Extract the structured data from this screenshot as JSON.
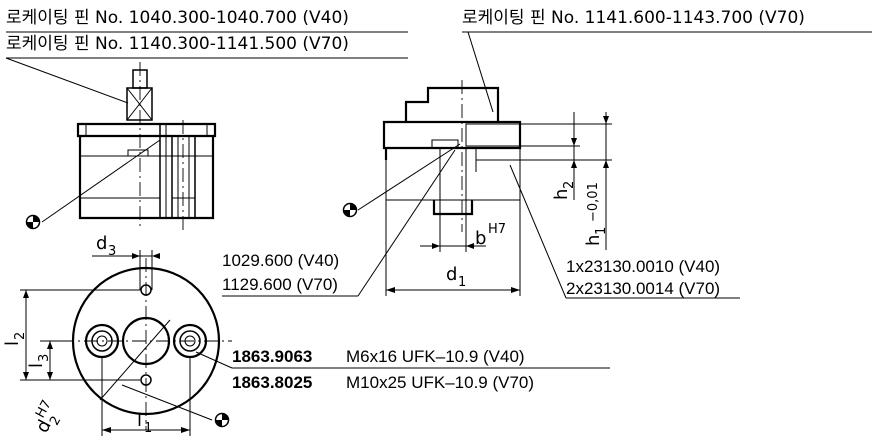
{
  "callouts": {
    "pin_v40": "로케이팅 핀 No. 1040.300-1040.700 (V40)",
    "pin_v70_a": "로케이팅 핀 No. 1140.300-1141.500 (V70)",
    "pin_v70_b": "로케이팅 핀 No. 1141.600-1143.700 (V70)",
    "part_1029_v40": "1029.600 (V40)",
    "part_1129_v70": "1129.600 (V70)",
    "part_23130_v40": "1x23130.0010 (V40)",
    "part_23130_v70": "2x23130.0014 (V70)",
    "screw_v40_no": "1863.9063",
    "screw_v40_spec": "M6x16 UFK–10.9 (V40)",
    "screw_v70_no": "1863.8025",
    "screw_v70_spec": "M10x25 UFK–10.9 (V70)"
  },
  "dimensions": {
    "d3": "d",
    "d3_sub": "3",
    "d1": "d",
    "d1_sub": "1",
    "b": "b",
    "b_sup": "H7",
    "h2": "h",
    "h2_sub": "2",
    "h1": "h",
    "h1_sub": "1",
    "h1_tol": "−0,01",
    "l2": "l",
    "l2_sub": "2",
    "l3": "l",
    "l3_sub": "3",
    "l1": "l",
    "l1_sub": "1",
    "d2": "d",
    "d2_sub": "2",
    "d2_sup": "H7"
  },
  "symbols": {
    "center_mark": "center-of-gravity-icon"
  }
}
